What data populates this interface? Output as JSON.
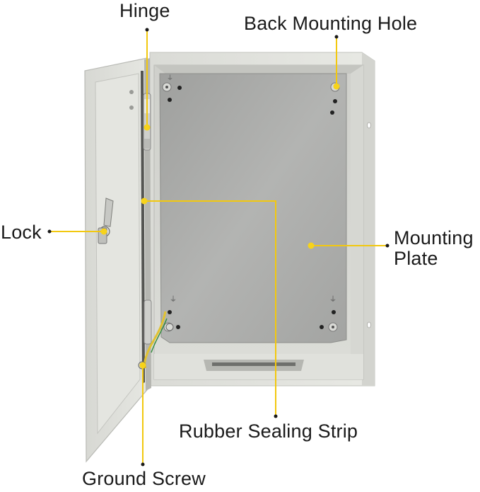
{
  "colors": {
    "leader": "#f2c80f",
    "leader_dot": "#f7d31a",
    "dot_dark": "#1a1a1a",
    "cabinet_body": "#e3e4df",
    "cabinet_edge": "#c9cac5",
    "mounting_plate": "#a9aaa8",
    "interior_shadow": "#8e8f8d",
    "label_text": "#1a1a1a"
  },
  "labels": {
    "hinge": "Hinge",
    "back_mounting_hole": "Back Mounting Hole",
    "lock": "Lock",
    "mounting_plate_line1": "Mounting",
    "mounting_plate_line2": "Plate",
    "rubber_sealing_strip": "Rubber Sealing Strip",
    "ground_screw": "Ground Screw"
  },
  "icons": {
    "enclosure": "electrical-enclosure-cabinet",
    "lock": "swing-handle-lock-icon",
    "hinge": "door-hinge-icon",
    "screw": "ground-screw-icon"
  }
}
